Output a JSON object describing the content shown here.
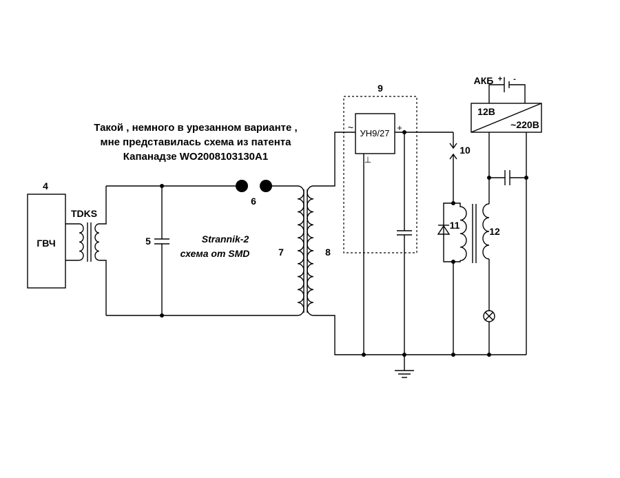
{
  "caption": {
    "line1": "Такой ,  немного в урезанном варианте ,",
    "line2": "мне представилась схема из патента",
    "line3": "Капанадзе WO2008103130A1"
  },
  "inner_caption": {
    "line1": "Strannik-2",
    "line2": "схема от SMD"
  },
  "labels": {
    "n4": "4",
    "gvch": "ГВЧ",
    "tdks": "TDKS",
    "n5": "5",
    "n6": "6",
    "n7": "7",
    "n8": "8",
    "n9": "9",
    "un": "УН9/27",
    "tilde": "~",
    "plus": "+",
    "ground_sym": "⊥",
    "n10": "10",
    "n11": "11",
    "n12": "12",
    "akb": "АКБ",
    "batt_plus": "+",
    "batt_minus": "-",
    "inv_in": "12В",
    "inv_out": "~220В"
  }
}
